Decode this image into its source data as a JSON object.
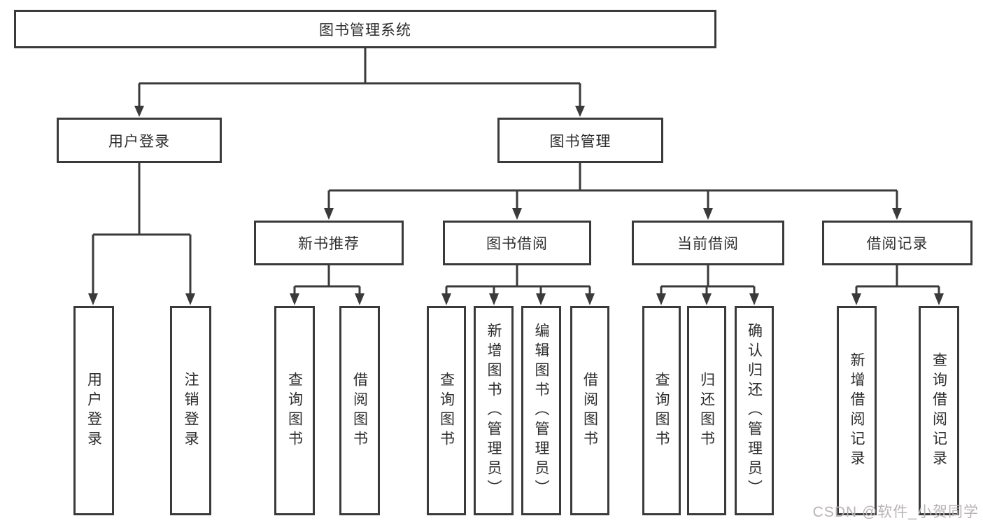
{
  "diagram": {
    "root": {
      "label": "图书管理系统"
    },
    "level2": [
      {
        "label": "用户登录"
      },
      {
        "label": "图书管理"
      }
    ],
    "level3": [
      {
        "label": "新书推荐"
      },
      {
        "label": "图书借阅"
      },
      {
        "label": "当前借阅"
      },
      {
        "label": "借阅记录"
      }
    ],
    "leaves": {
      "user_login": [
        {
          "label": "用户登录"
        },
        {
          "label": "注销登录"
        }
      ],
      "new_book": [
        {
          "label": "查询图书"
        },
        {
          "label": "借阅图书"
        }
      ],
      "book_borrow": [
        {
          "label": "查询图书"
        },
        {
          "label": "新增图书（管理员）"
        },
        {
          "label": "编辑图书（管理员）"
        },
        {
          "label": "借阅图书"
        }
      ],
      "current_borrow": [
        {
          "label": "查询图书"
        },
        {
          "label": "归还图书"
        },
        {
          "label": "确认归还（管理员）"
        }
      ],
      "borrow_record": [
        {
          "label": "新增借阅记录"
        },
        {
          "label": "查询借阅记录"
        }
      ]
    },
    "watermark": "CSDN @软件_小贺同学",
    "colors": {
      "line": "#3a3a3a",
      "text": "#2d2d2d",
      "watermark": "#b9b3b5",
      "background": "#ffffff"
    }
  }
}
